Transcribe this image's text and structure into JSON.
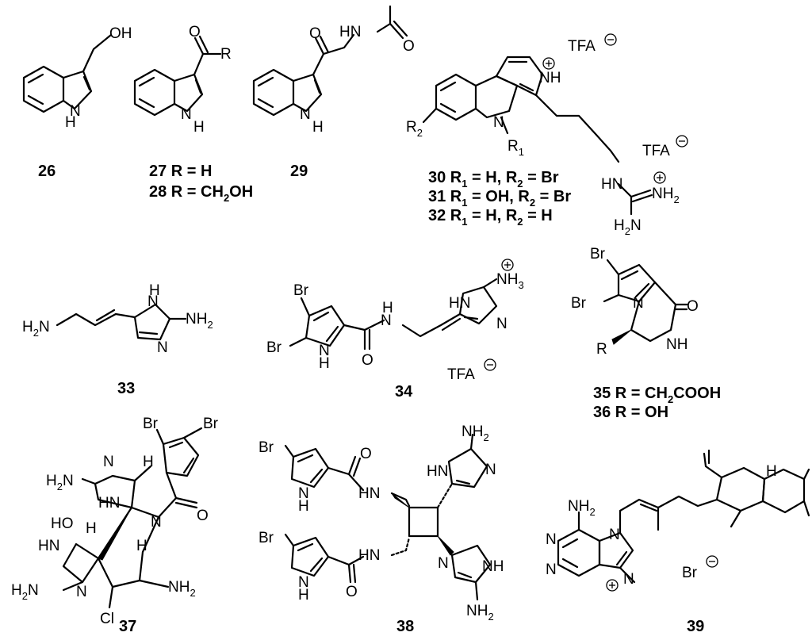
{
  "labels": {
    "c26": "26",
    "c27": "27 R = H",
    "c28_pre": "28 R = CH",
    "c28_sub": "2",
    "c28_post": "OH",
    "c29": "29",
    "c30_a": "30 R",
    "c30_s1": "1",
    "c30_b": " = H, R",
    "c30_s2": "2",
    "c30_c": " = Br",
    "c31_a": "31 R",
    "c31_s1": "1",
    "c31_b": " = OH, R",
    "c31_s2": "2",
    "c31_c": " = Br",
    "c32_a": "32 R",
    "c32_s1": "1",
    "c32_b": " = H, R",
    "c32_s2": "2",
    "c32_c": " = H",
    "c33": "33",
    "c34": "34",
    "c35_pre": "35 R = CH",
    "c35_sub": "2",
    "c35_post": "COOH",
    "c36": "36 R = OH",
    "c37": "37",
    "c38": "38",
    "c39": "39"
  },
  "atoms": {
    "oh": "OH",
    "o": "O",
    "r": "R",
    "hn": "HN",
    "nh": "NH",
    "n": "N",
    "h": "H",
    "br": "Br",
    "cl": "Cl",
    "ho": "HO",
    "tfa": "TFA",
    "h2n": "H",
    "nh2": "NH",
    "nh3": "NH",
    "two": "2",
    "three": "3",
    "r1": "R",
    "r2": "R",
    "one": "1",
    "brminus": "Br"
  }
}
